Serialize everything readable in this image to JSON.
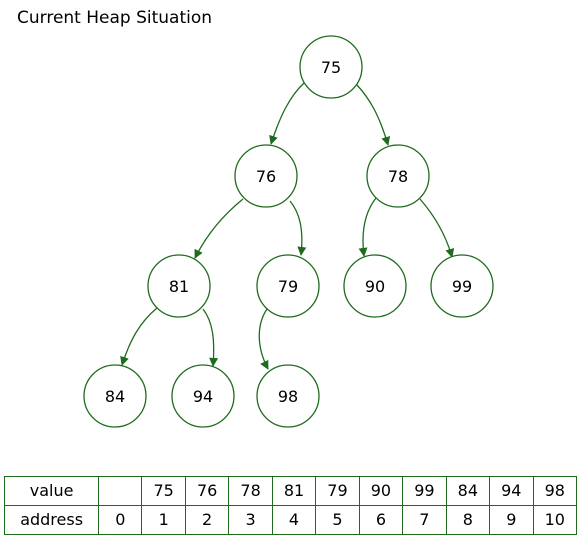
{
  "title": "Current Heap Situation",
  "colors": {
    "node_stroke": "#1e6b1e",
    "edge": "#1e6b1e",
    "table_border": "#1e6b1e"
  },
  "heap": {
    "nodes": [
      {
        "id": "n1",
        "value": "75"
      },
      {
        "id": "n2",
        "value": "76"
      },
      {
        "id": "n3",
        "value": "78"
      },
      {
        "id": "n4",
        "value": "81"
      },
      {
        "id": "n5",
        "value": "79"
      },
      {
        "id": "n6",
        "value": "90"
      },
      {
        "id": "n7",
        "value": "99"
      },
      {
        "id": "n8",
        "value": "84"
      },
      {
        "id": "n9",
        "value": "94"
      },
      {
        "id": "n10",
        "value": "98"
      }
    ],
    "edges": [
      {
        "from": "n1",
        "to": "n2"
      },
      {
        "from": "n1",
        "to": "n3"
      },
      {
        "from": "n2",
        "to": "n4"
      },
      {
        "from": "n2",
        "to": "n5"
      },
      {
        "from": "n3",
        "to": "n6"
      },
      {
        "from": "n3",
        "to": "n7"
      },
      {
        "from": "n4",
        "to": "n8"
      },
      {
        "from": "n4",
        "to": "n9"
      },
      {
        "from": "n5",
        "to": "n10"
      }
    ]
  },
  "table": {
    "value_label": "value",
    "address_label": "address",
    "values": [
      "",
      "75",
      "76",
      "78",
      "81",
      "79",
      "90",
      "99",
      "84",
      "94",
      "98"
    ],
    "addresses": [
      "0",
      "1",
      "2",
      "3",
      "4",
      "5",
      "6",
      "7",
      "8",
      "9",
      "10"
    ]
  }
}
